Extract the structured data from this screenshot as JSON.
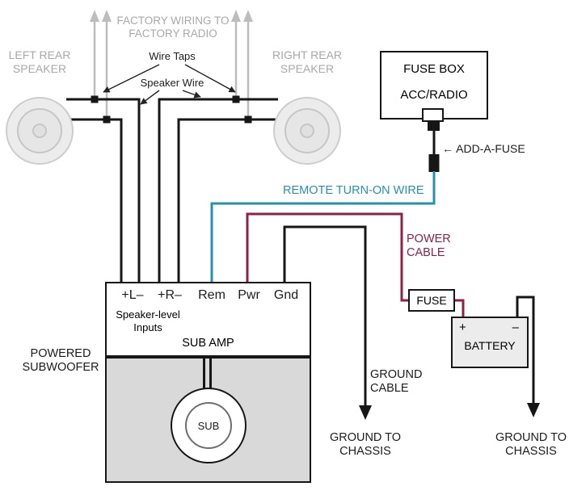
{
  "colors": {
    "wire_black": "#161616",
    "remote_teal": "#2791ad",
    "power_maroon": "#8e2145",
    "muted_text": "#a8a8a8",
    "arrow_gray": "#bdbdbd",
    "enclosure_fill": "#d9d9d9",
    "battery_fill": "#ececec"
  },
  "speakers": {
    "left_label": "LEFT REAR SPEAKER",
    "right_label": "RIGHT REAR SPEAKER"
  },
  "factory": {
    "wiring_label": "FACTORY WIRING TO FACTORY RADIO",
    "wire_taps_label": "Wire Taps",
    "speaker_wire_label": "Speaker Wire"
  },
  "fuse_box": {
    "title": "FUSE BOX",
    "slot": "ACC/RADIO",
    "add_a_fuse_label": "← ADD-A-FUSE"
  },
  "wiring": {
    "remote_label": "REMOTE TURN-ON WIRE",
    "power_cable_label": "POWER CABLE",
    "ground_cable_label": "GROUND CABLE",
    "ground_chassis_left_label": "GROUND TO CHASSIS",
    "ground_chassis_right_label": "GROUND TO CHASSIS",
    "inline_fuse_label": "FUSE"
  },
  "battery": {
    "label": "BATTERY",
    "plus": "+",
    "minus": "–"
  },
  "amp": {
    "terminals": [
      {
        "label": "+L–"
      },
      {
        "label": "+R–"
      },
      {
        "label": "Rem"
      },
      {
        "label": "Pwr"
      },
      {
        "label": "Gnd"
      }
    ],
    "inputs_label": "Speaker-level Inputs",
    "title": "SUB AMP"
  },
  "subwoofer": {
    "label": "POWERED SUBWOOFER",
    "sub_label": "SUB"
  }
}
